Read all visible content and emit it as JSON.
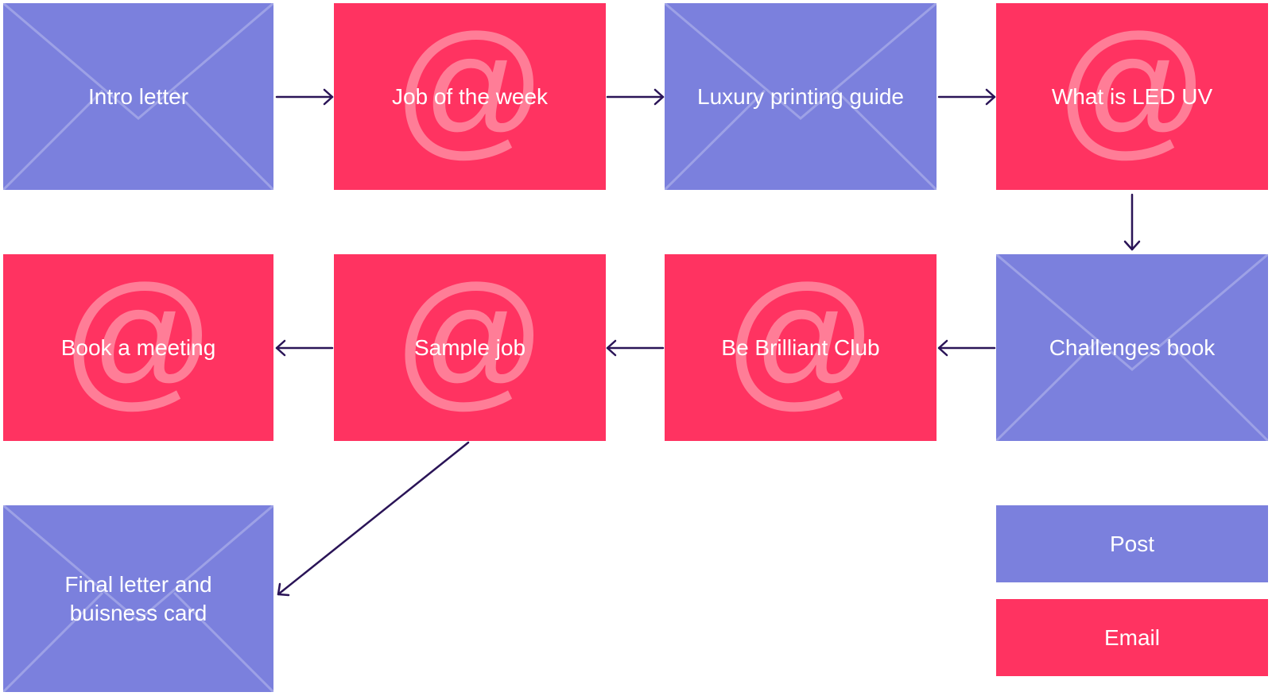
{
  "colors": {
    "post": "#7b80dd",
    "email": "#ff3361",
    "arrow": "#2a1457",
    "motif_email": "#ff7d97",
    "motif_post": "#9da1e6"
  },
  "icons": {
    "post": "envelope-icon",
    "email": "at-sign-icon"
  },
  "steps": [
    {
      "label": "Intro letter",
      "type": "post"
    },
    {
      "label": "Job of the week",
      "type": "email"
    },
    {
      "label": "Luxury printing guide",
      "type": "post"
    },
    {
      "label": "What is LED UV",
      "type": "email"
    },
    {
      "label": "Challenges book",
      "type": "post"
    },
    {
      "label": "Be Brilliant Club",
      "type": "email"
    },
    {
      "label": "Sample job",
      "type": "email"
    },
    {
      "label": "Book a meeting",
      "type": "email"
    },
    {
      "label": "Final letter and\nbuisness card",
      "type": "post"
    }
  ],
  "legend": {
    "post": "Post",
    "email": "Email"
  }
}
